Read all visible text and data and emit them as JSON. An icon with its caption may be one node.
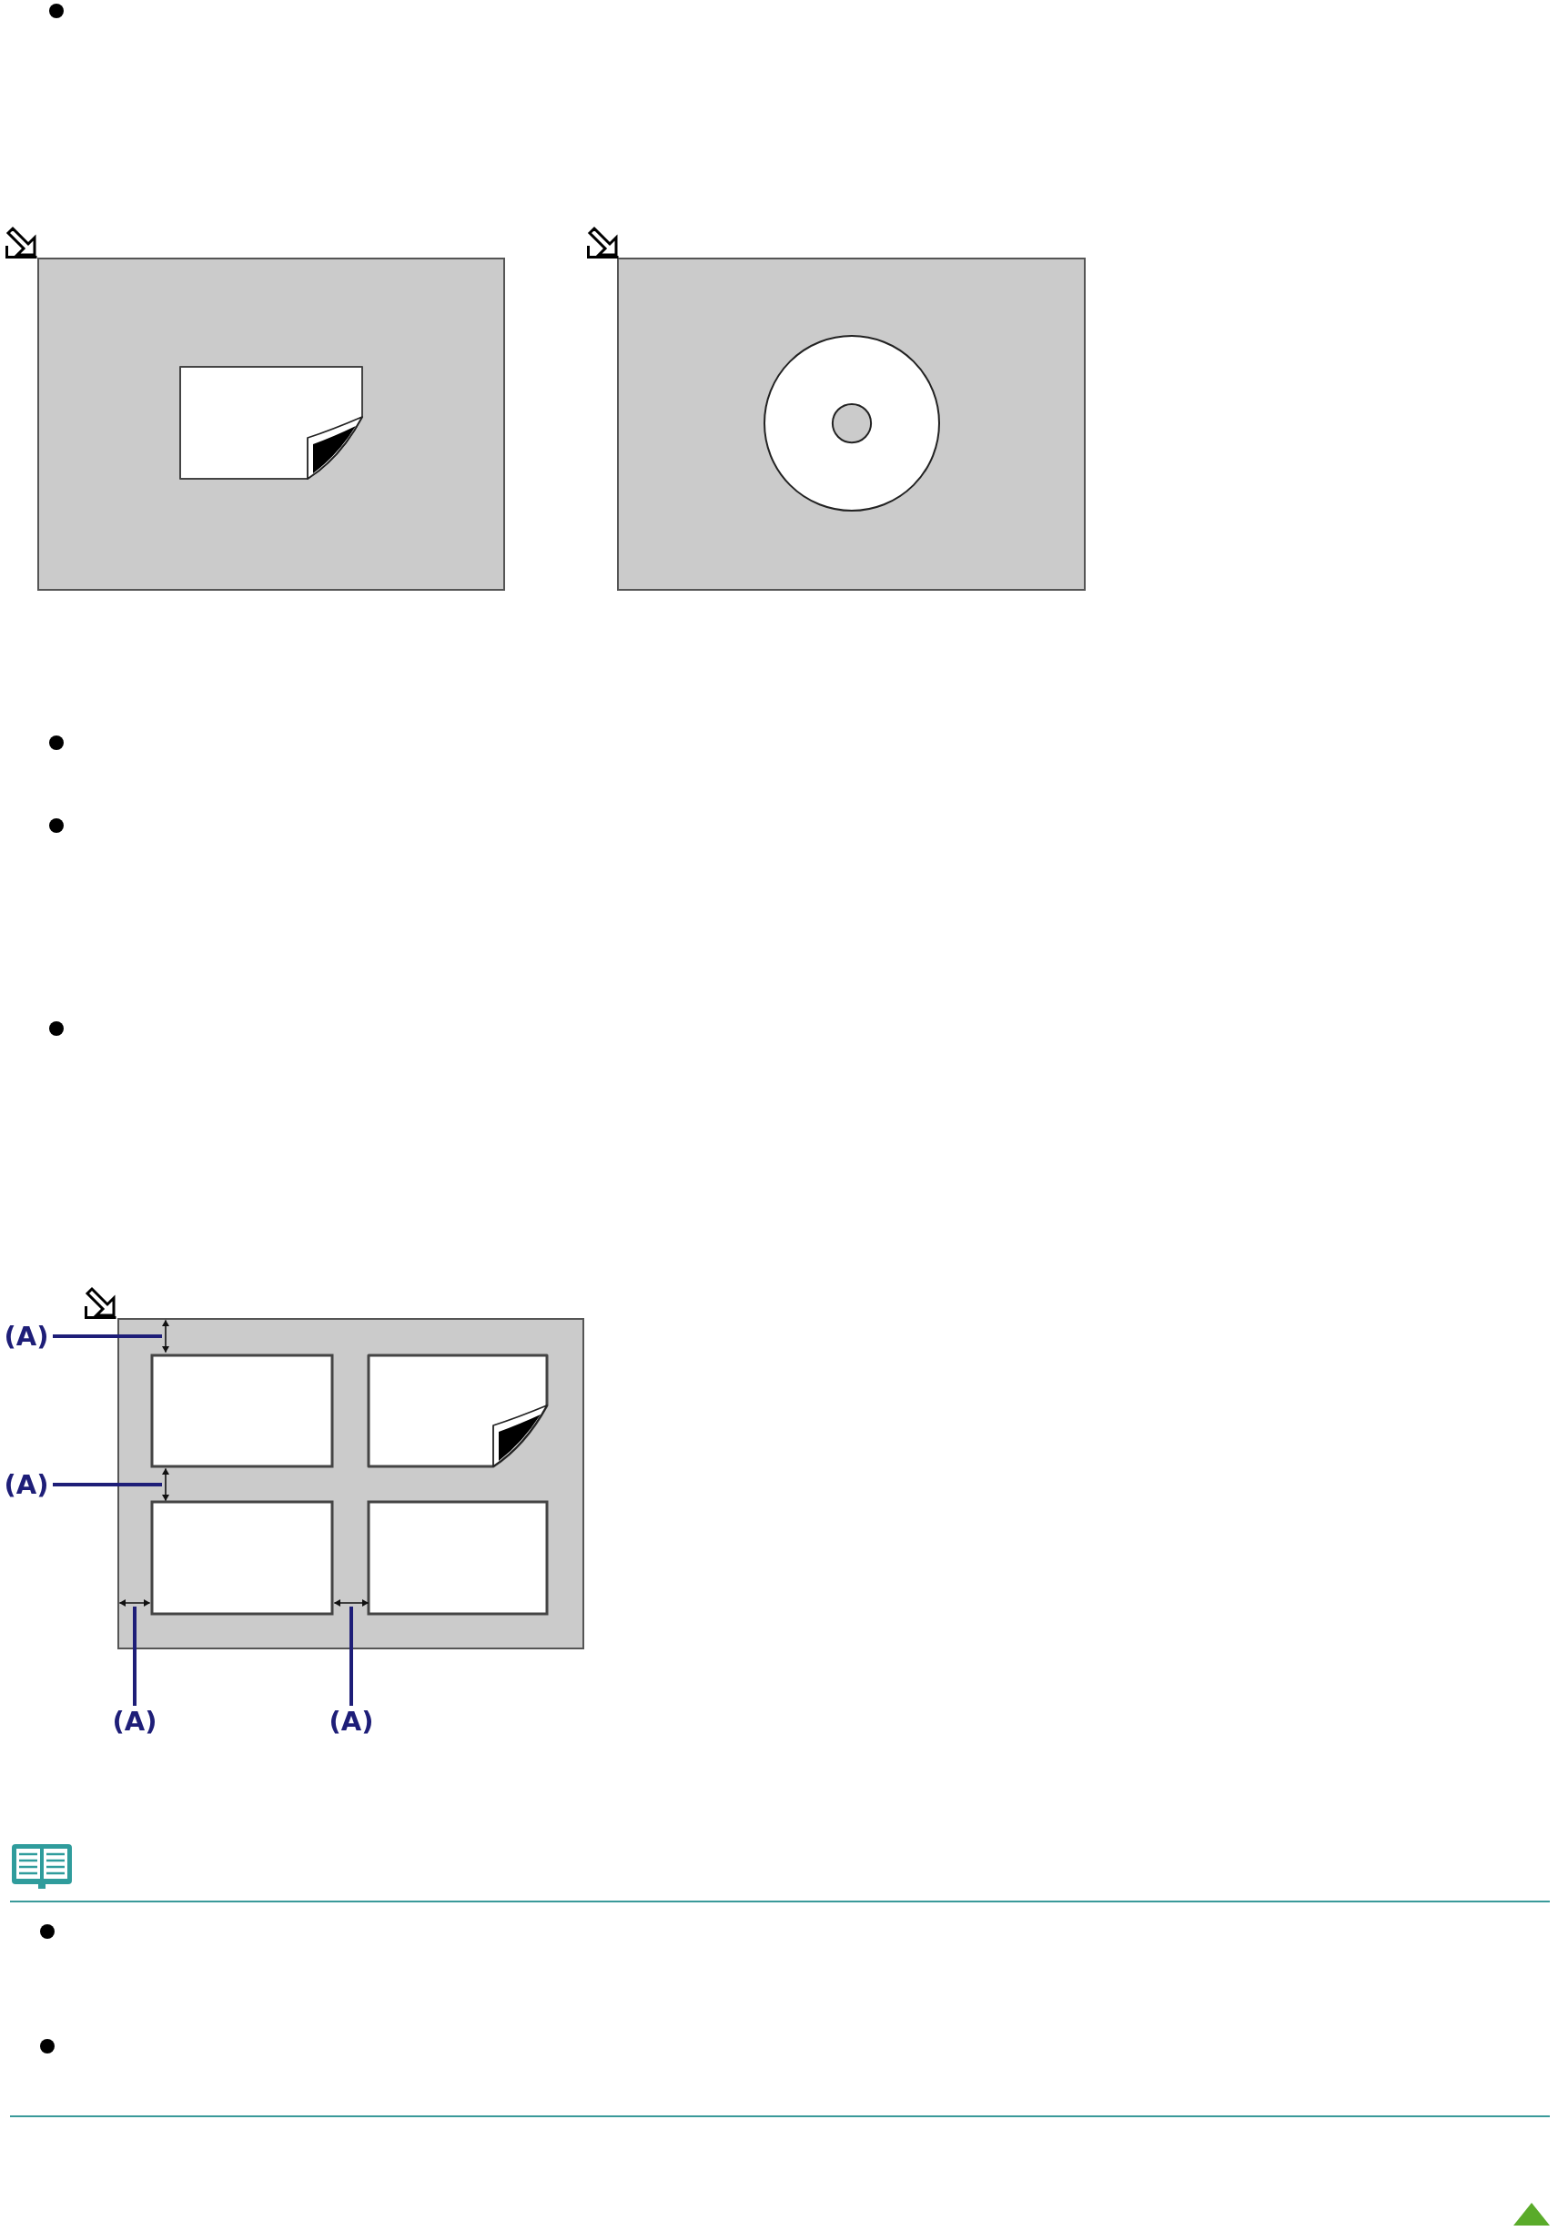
{
  "diagram": {
    "nodes": [
      {
        "text": [],
        "shape": "circle"
      },
      {
        "text": [
          "(A)"
        ]
      },
      {
        "text": [
          "(A)"
        ]
      },
      {
        "text": [
          "(A)"
        ]
      },
      {
        "text": [
          "(A)"
        ]
      },
      {
        "text": [],
        "shape": "arrow"
      },
      {
        "text": [],
        "shape": "arrow"
      },
      {
        "text": [],
        "shape": "arrow"
      },
      {
        "text": [],
        "shape": "arrow"
      }
    ],
    "edges": [
      {
        "from": 1,
        "to": 5,
        "arrow": "none"
      },
      {
        "from": 2,
        "to": 6,
        "arrow": "none"
      },
      {
        "from": 3,
        "to": 7,
        "arrow": "none"
      },
      {
        "from": 4,
        "to": 8,
        "arrow": "none"
      }
    ]
  }
}
